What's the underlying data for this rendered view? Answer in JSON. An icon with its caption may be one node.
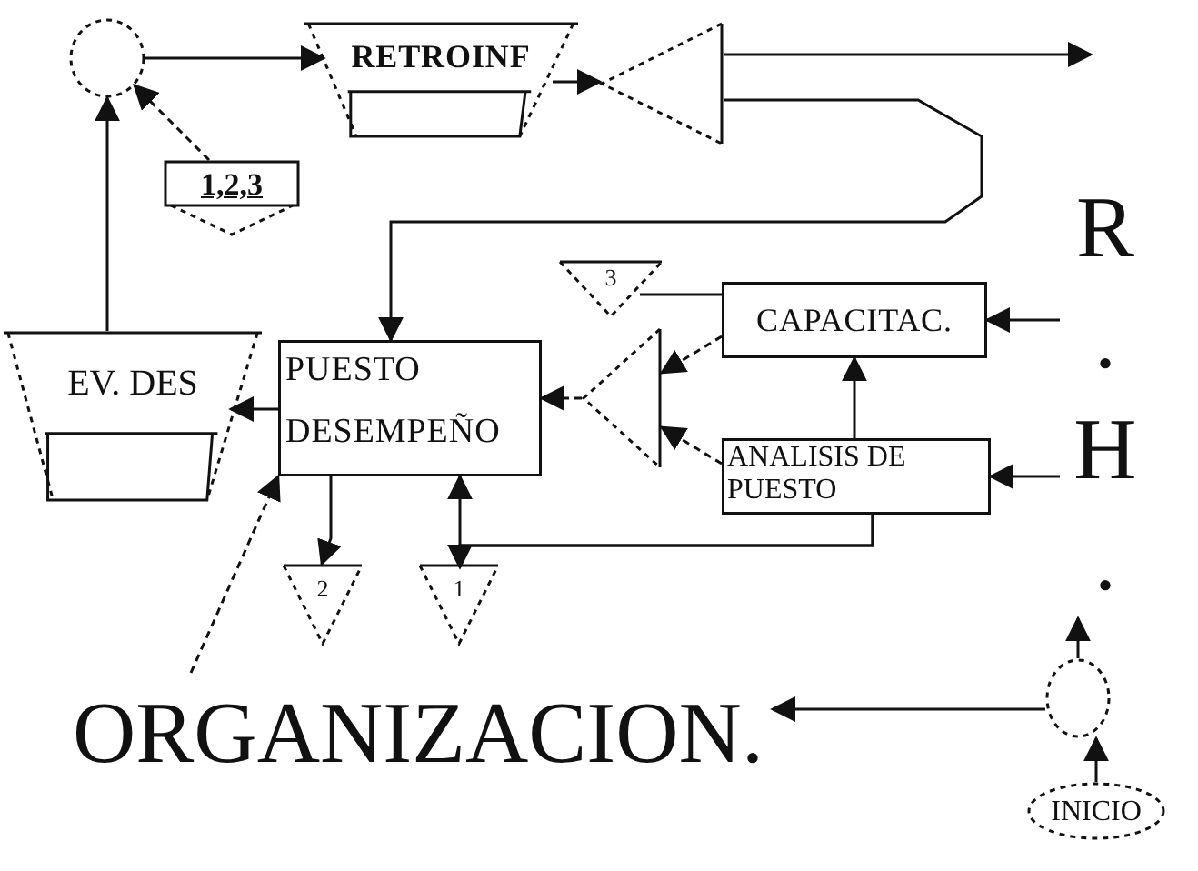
{
  "diagram": {
    "nodes": [
      {
        "text": [],
        "shape": "circle"
      },
      {
        "text": [
          "RETROINF"
        ]
      },
      {
        "text": [],
        "shape": "triangle"
      },
      {
        "text": [
          "1,2,3"
        ]
      },
      {
        "text": [
          "EV. DES"
        ]
      },
      {
        "text": [
          "PUESTO DESEMPEÑO"
        ]
      },
      {
        "text": [
          "3"
        ]
      },
      {
        "text": [],
        "shape": "triangle"
      },
      {
        "text": [
          "CAPACITAC."
        ]
      },
      {
        "text": [
          "ANALISIS DE PUESTO"
        ]
      },
      {
        "text": [
          "2"
        ]
      },
      {
        "text": [
          "1"
        ]
      },
      {
        "text": [
          "R.H."
        ]
      },
      {
        "text": [
          "ORGANIZACION."
        ]
      },
      {
        "text": [],
        "shape": "circle"
      },
      {
        "text": [
          "INICIO"
        ]
      }
    ],
    "edges": [
      {
        "from": 0,
        "to": 1,
        "arrow": "to"
      },
      {
        "from": 3,
        "to": 0,
        "arrow": "to",
        "style": "dashed"
      },
      {
        "from": 4,
        "to": 0,
        "arrow": "to"
      },
      {
        "from": 1,
        "to": 2,
        "arrow": "to"
      },
      {
        "from": 2,
        "to": null,
        "arrow": "to"
      },
      {
        "from": 2,
        "to": 5,
        "arrow": "to"
      },
      {
        "from": 5,
        "to": 4,
        "arrow": "to"
      },
      {
        "from": 7,
        "to": 5,
        "arrow": "to",
        "style": "dashed"
      },
      {
        "from": 6,
        "to": 8,
        "arrow": "none"
      },
      {
        "from": 8,
        "to": 7,
        "arrow": "to",
        "style": "dashed"
      },
      {
        "from": 9,
        "to": 7,
        "arrow": "to",
        "style": "dashed"
      },
      {
        "from": 9,
        "to": 8,
        "arrow": "to"
      },
      {
        "from": 12,
        "to": 8,
        "arrow": "to"
      },
      {
        "from": 12,
        "to": 9,
        "arrow": "to"
      },
      {
        "from": 5,
        "to": 10,
        "arrow": "to"
      },
      {
        "from": 9,
        "to": 11,
        "arrow": "to"
      },
      {
        "from": 9,
        "to": 5,
        "arrow": "to"
      },
      {
        "from": 13,
        "to": 5,
        "arrow": "to",
        "style": "dashed"
      },
      {
        "from": 14,
        "to": 13,
        "arrow": "to"
      },
      {
        "from": 14,
        "to": 12,
        "arrow": "to"
      },
      {
        "from": 15,
        "to": 14,
        "arrow": "to"
      }
    ]
  }
}
